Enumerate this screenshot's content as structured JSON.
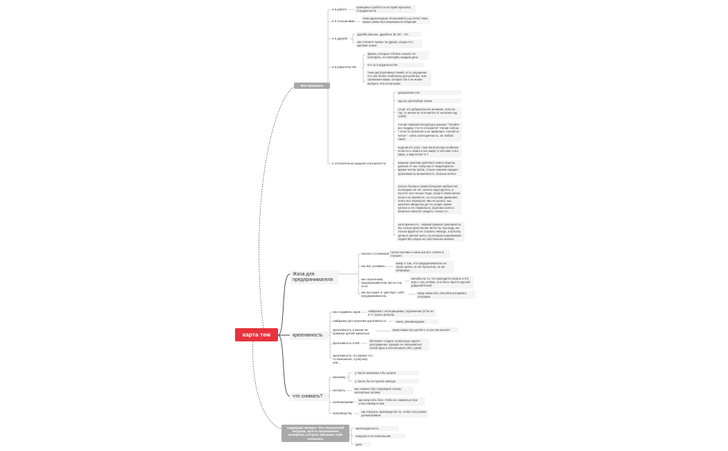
{
  "root": "карта тем",
  "principles": {
    "title": "Мои принципы",
    "work": {
      "label": "я в работе",
      "note": "принципы в работе из историй прошлых сотрудничеств"
    },
    "relations": {
      "label": "я в отношениях",
      "note": "тема идеализации отношений в соц сетях/ тема жизни семьи без возможности общения"
    },
    "friendship": {
      "label": "я в дружбе",
      "items": [
        "дружба раньше, дружба в 30 лет - это",
        "как считаете нужны ли друзья, когда есть крепкая семья"
      ]
    },
    "parenting": {
      "label": "я в родительстве",
      "items": [
        "фразы, которые я боюсь сказать не повторить, но повторяю каждый день",
        "кто ты в родительстве",
        "тема диструктивных семей, есть ощущение, что они более стабильны для ребенка, чем тревожная мама, которая так и не может выбрать тип воспитания"
      ]
    },
    "spiritual": {
      "label": "я относительно модной осознанности",
      "items": [
        "дисциплина зло",
        "зад на хуй вообще зачем",
        "спорт это добровольное желание, если не так, то ничем не отличается от насилия над собой",
        "чтение поврней литературы раньше \"читайте все подряд, что-то отложится\" чтение сейчас \" если ты прочитал и не применил, считай не читал\" - опять категоричность, не люблю такое",
        "подъем в 5 утра, тоже меня всегда особенно если есть семья и все живут в системе этого мира, а мир встает в 7",
        "модные практики работают ровно неделю, дальше от них толку как от медитации во время чистки зубов, только новизна придает практикам их волшебность, больше ничего",
        "колесо баланса самая большая наебалочка последних 10 лет, колесо надо крутить, в пустоте оно только тогда, когда в твоей жизни ничего не меняется, но отсутсвие движения опять все перекосит. Мы не колесо, мы щепочка звездочка да что угодно кроме колеса и это нормально, практика колесо баланса помогает увидеть только то...",
        "категоричность - первый признак тревожности. Вы только христом им чисто/ не пью воду, ем только фрукты/ не ссорюсь никогда, а проскау уроки и прочая хуета, на которую подсаживают людей без опоры на собственное мнение"
      ]
    }
  },
  "entrepreneur": {
    "title": "Жиза для предпринимателя",
    "branches": [
      {
        "label": "налоги и сложности",
        "items": [
          "только жаловы и жиза как все сложно и страшно"
        ]
      },
      {
        "label": "как все успевать",
        "items": [
          "юмор о том, что предприниматель на своих делах, он же бухгалтер, он же уборщица"
        ]
      },
      {
        "label": "как серьезному предпринимателю вести соц сети",
        "items": [
          "жалобы на то, что приходится играть в эту игру с соц сетями, а не быть просто крутым дядькой/теткой"
        ]
      },
      {
        "label": "как выглядит и чувствует себя предприниматель",
        "items": [
          "юмор мемы без способов исправить ситуацию"
        ]
      }
    ]
  },
  "creativity": {
    "title": "креативность",
    "branches": [
      {
        "label": "как создавать идеи",
        "note": "лайфхаки с ассоциациями, упражнения (я бы их в тт лучше делала)"
      },
      {
        "label": "лайфхаки для прокачки креативности",
        "note": "книги, рекомендации"
      },
      {
        "label": "креативность в жизни на примере детей/ животных",
        "note": "юмор мамы про детей и то как они мыслят"
      },
      {
        "label": "креативность и ИИ",
        "note": "ИИ может создать гениальную идею? рассуждения, прежде не отказываться своей идеи и использовать ИИ с умом"
      },
      {
        "label": "креативность это время что-то конкошное, супер.вау или...",
        "note": ""
      }
    ]
  },
  "shoot": {
    "title": "что снимать?",
    "branches": [
      {
        "label": "магазину",
        "items": [
          "у такого магазина я бы купила",
          "у такого бы не купила никогда"
        ]
      },
      {
        "label": "эксперту",
        "items": [
          "как снимать без говорящей головы экспертные ролики"
        ]
      },
      {
        "label": "начинающему",
        "items": [
          "как запустить блог, чтобы не сниматься при этом самому в нем"
        ]
      },
      {
        "label": "производству",
        "items": [
          "как показать производство та, чтобы эти ролики досматривали"
        ]
      }
    ]
  },
  "support": {
    "title": "поддержка женщин - без сексуальной нагрузки, просто напоминания женщинам, которые забывают себя похвалить",
    "items": [
      "многозадачность",
      "нагрузка я не нереальная",
      "дзен"
    ]
  }
}
